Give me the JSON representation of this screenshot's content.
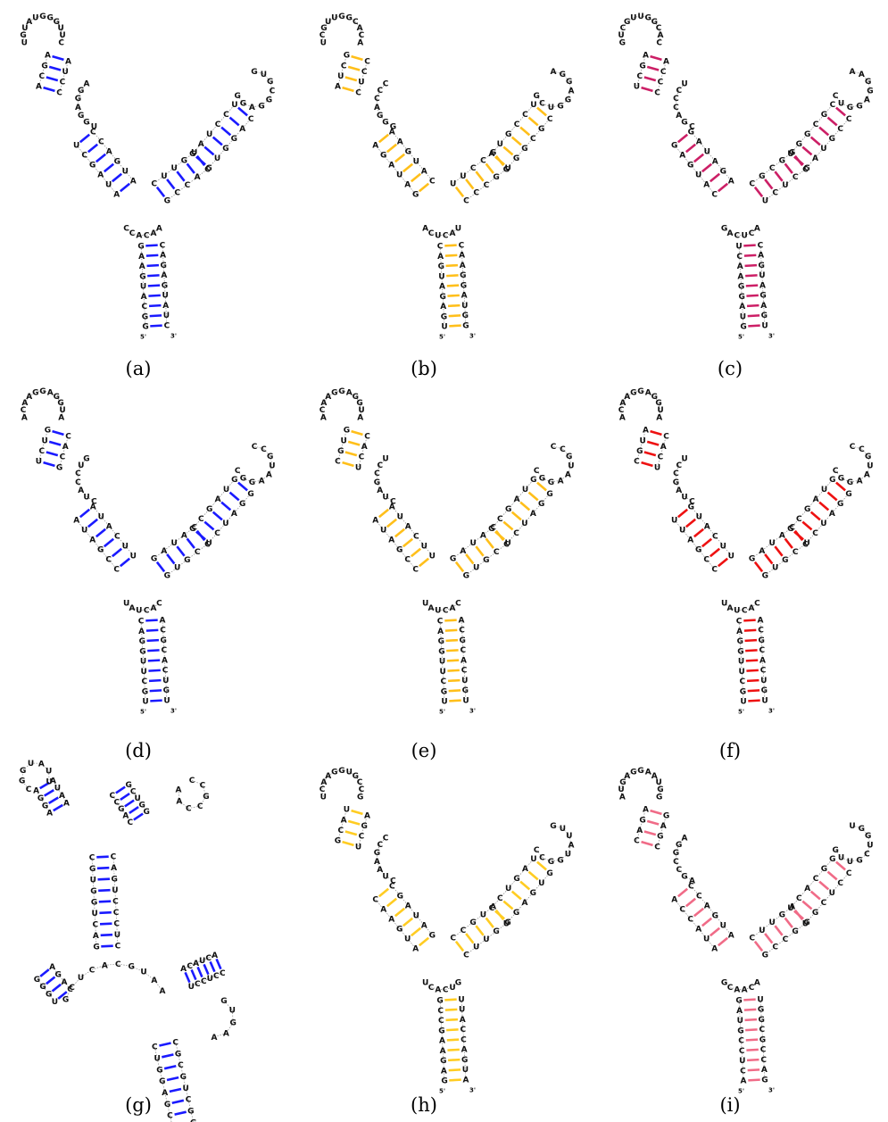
{
  "panels": [
    {
      "label": "(a)",
      "color": "#1a1aff",
      "seq": "CACCUGAAUCCCGAAGUUAAGCCUCUAGCUGGUAGUGCACCUGCAAAGGAUGAUCAGUGCUGUAUGGGUUCGUGCGGAGGCCACAAAGGAGGUCC",
      "five": "5'",
      "three": "3'"
    },
    {
      "label": "(b)",
      "color": "#ffbf1a",
      "seq": "CAUUCCCGAAGAAGUUAAGCCUCUCCGCGGUAGUGGCCGCCUCCAAGAUGAGGAAUGGUGUCGUUGGCACAAGGAGGUCGACUCAUCCCAGGG",
      "five": "5'",
      "three": "3'"
    },
    {
      "label": "(c)",
      "color": "#cc1f66",
      "seq": "CUCCCGAAGGAAGUUAAGCAUCCGUCCGCGGUAGUGGCCGCCUCCAAGAUGAGGAAUGGUGUCGUUGGCACAAGGAGGUCGACUCAUCCCAG",
      "five": "5'",
      "three": "3'"
    },
    {
      "label": "(d)",
      "color": "#1a1aff",
      "seq": "GUCCAUCGAAUUAAGCCUCUGGUAGUCACCUGCCUGAAGUGGCAACGGGCUAUCCUGGUUACAAGGAGGUACCGUAAGGCUAUCAC",
      "five": "5'",
      "three": "3'"
    },
    {
      "label": "(e)",
      "color": "#ffbf1a",
      "seq": "UCCGAUCGAAUUAAGCCUCUGGUAGUCACCUGCCUGAAGUGGCAACGGGCUAUCCUGGUUACAAGGAGGUACCGUAAGGCUAUCAC",
      "five": "5'",
      "three": "3'"
    },
    {
      "label": "(f)",
      "color": "#ee1111",
      "seq": "UCCGAUCAUGUUAAGCCUCUGGUAGUCACCUGCCUGAAGUGGCAACGGGCUAUCCUGGUUACAAGGAGGUACCGUAAGGCUAUCAC",
      "five": "5'",
      "three": "3'"
    },
    {
      "label": "(g)",
      "color": "#1a1aff",
      "seq": "AAGUGAAACGCCGUAGCGCCGAUGGUGCUCCCAUGCGAGGGAUCUACCCAUUCCCACCUGGCGGAUGCCGUGCGGUAUUCCGCCAAGCUCACGU",
      "five": "5'",
      "three": "3'"
    },
    {
      "label": "(h)",
      "color": "#ffcc22",
      "seq": "UGCCGAAUCCAGAAGUUAAGCCUCUGGUUAGCGCAUGGUAGUGUCUCAGCACAAGGAUGAUCAAGGUGCCGGUUAUGGCCUCAC",
      "five": "5'",
      "three": "3'"
    },
    {
      "label": "(i)",
      "color": "#f06b87",
      "seq": "CCGAAGGAACCCCAAGUUAAGCCUCUGGUAGUGCCAUCCGCGGUAGUGGCCGCCUCCAAGAUGAGGAAUGGUGGUCGUUGGCAACAAGG",
      "five": "5'",
      "three": "3'"
    }
  ]
}
